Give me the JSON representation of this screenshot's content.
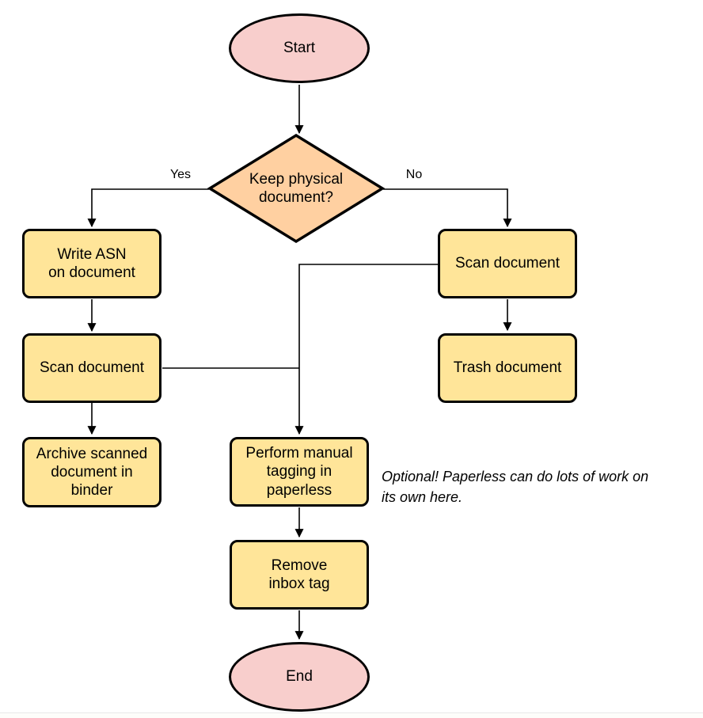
{
  "diagram": {
    "type": "flowchart",
    "colors": {
      "terminal_fill": "#f8cecc",
      "decision_fill": "#ffd0a1",
      "process_fill": "#ffe599",
      "stroke": "#000000",
      "text": "#000000"
    },
    "nodes": {
      "start": {
        "label": "Start"
      },
      "decision_keep_physical": {
        "label": "Keep physical\ndocument?"
      },
      "write_asn": {
        "label": "Write ASN\non document"
      },
      "scan_left": {
        "label": "Scan document"
      },
      "archive": {
        "label": "Archive scanned\ndocument in\nbinder"
      },
      "scan_right": {
        "label": "Scan document"
      },
      "trash": {
        "label": "Trash document"
      },
      "tagging": {
        "label": "Perform manual\ntagging in\npaperless"
      },
      "remove_inbox": {
        "label": "Remove\ninbox tag"
      },
      "end": {
        "label": "End"
      }
    },
    "edge_labels": {
      "yes": "Yes",
      "no": "No"
    },
    "note": {
      "text": "Optional! Paperless can do lots of work on\nits own here."
    }
  }
}
